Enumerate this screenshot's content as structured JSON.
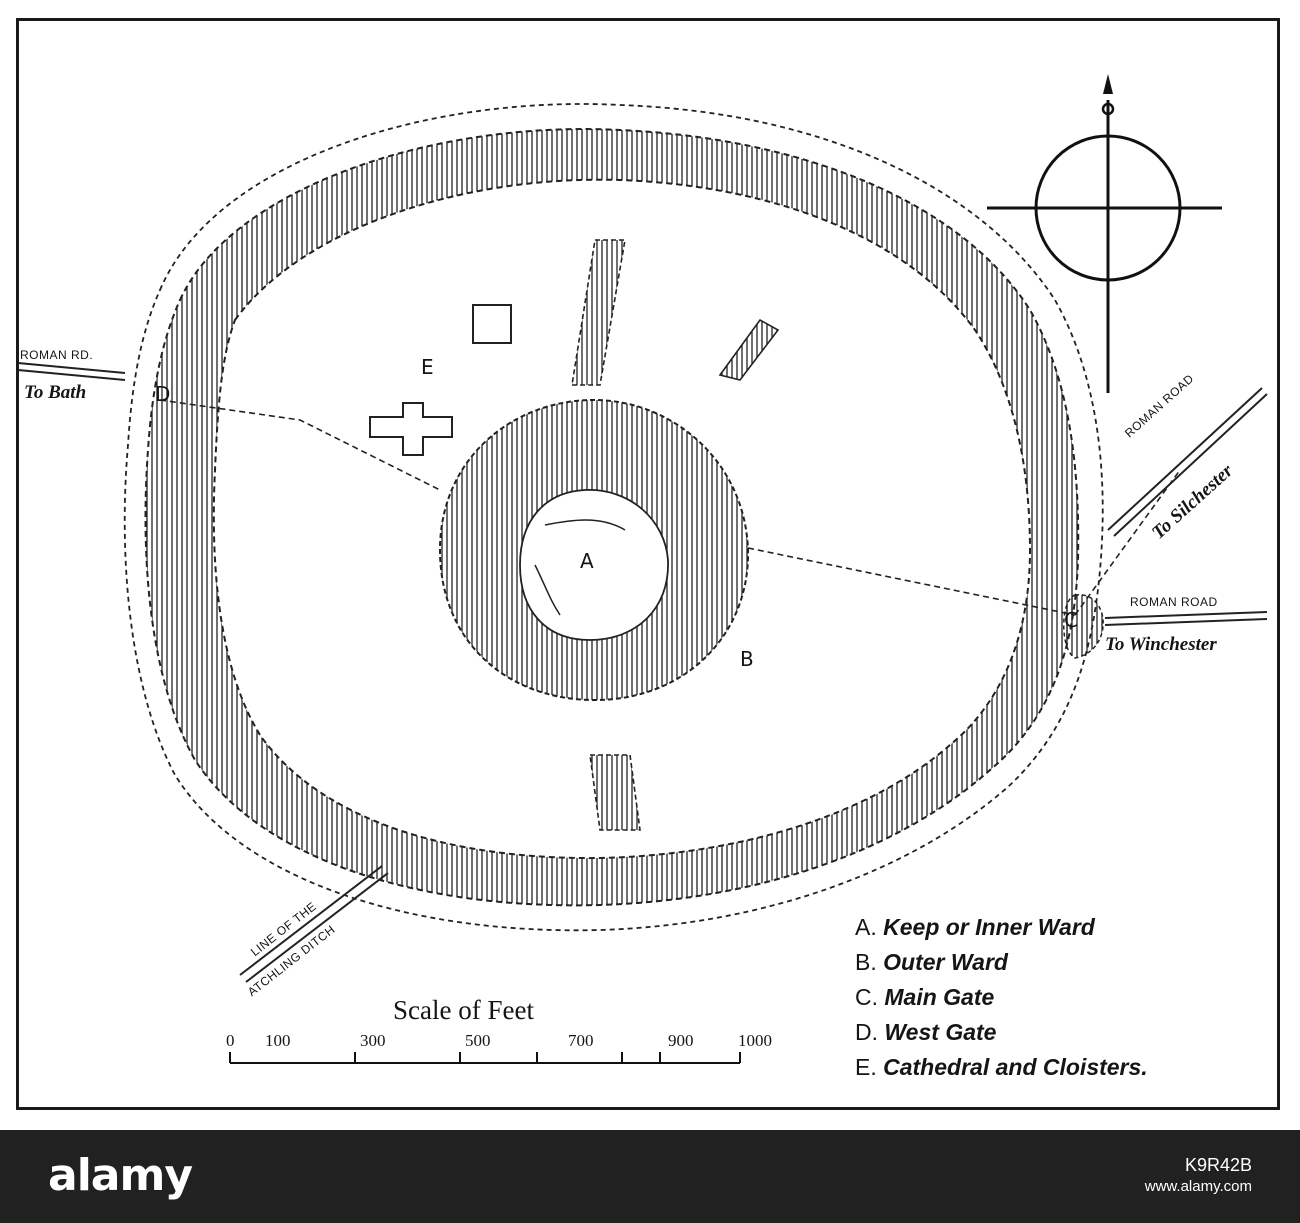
{
  "map": {
    "feature_letters": {
      "a": "A",
      "b": "B",
      "c": "C",
      "d": "D",
      "e": "E"
    },
    "roads": {
      "bath_heading": "ROMAN RD.",
      "bath_town": "To Bath",
      "silchester_heading": "ROMAN ROAD",
      "silchester_town": "To Silchester",
      "winchester_heading": "ROMAN ROAD",
      "winchester_town": "To Winchester",
      "atchling_line1": "LINE OF THE",
      "atchling_line2": "ATCHLING DITCH"
    },
    "legend": [
      {
        "key": "A.",
        "label": "Keep or Inner Ward"
      },
      {
        "key": "B.",
        "label": "Outer Ward"
      },
      {
        "key": "C.",
        "label": "Main Gate"
      },
      {
        "key": "D.",
        "label": "West Gate"
      },
      {
        "key": "E.",
        "label": "Cathedral and Cloisters."
      }
    ],
    "scale": {
      "title": "Scale of Feet",
      "ticks": [
        "0",
        "100",
        "300",
        "500",
        "700",
        "900",
        "1000"
      ]
    },
    "compass": {
      "icon": "north-compass-icon"
    }
  },
  "watermark": {
    "logo": "alamy",
    "image_id": "K9R42B",
    "url": "www.alamy.com"
  },
  "colors": {
    "ink": "#151515",
    "paper": "#ffffff",
    "watermark_bar": "#212121"
  }
}
